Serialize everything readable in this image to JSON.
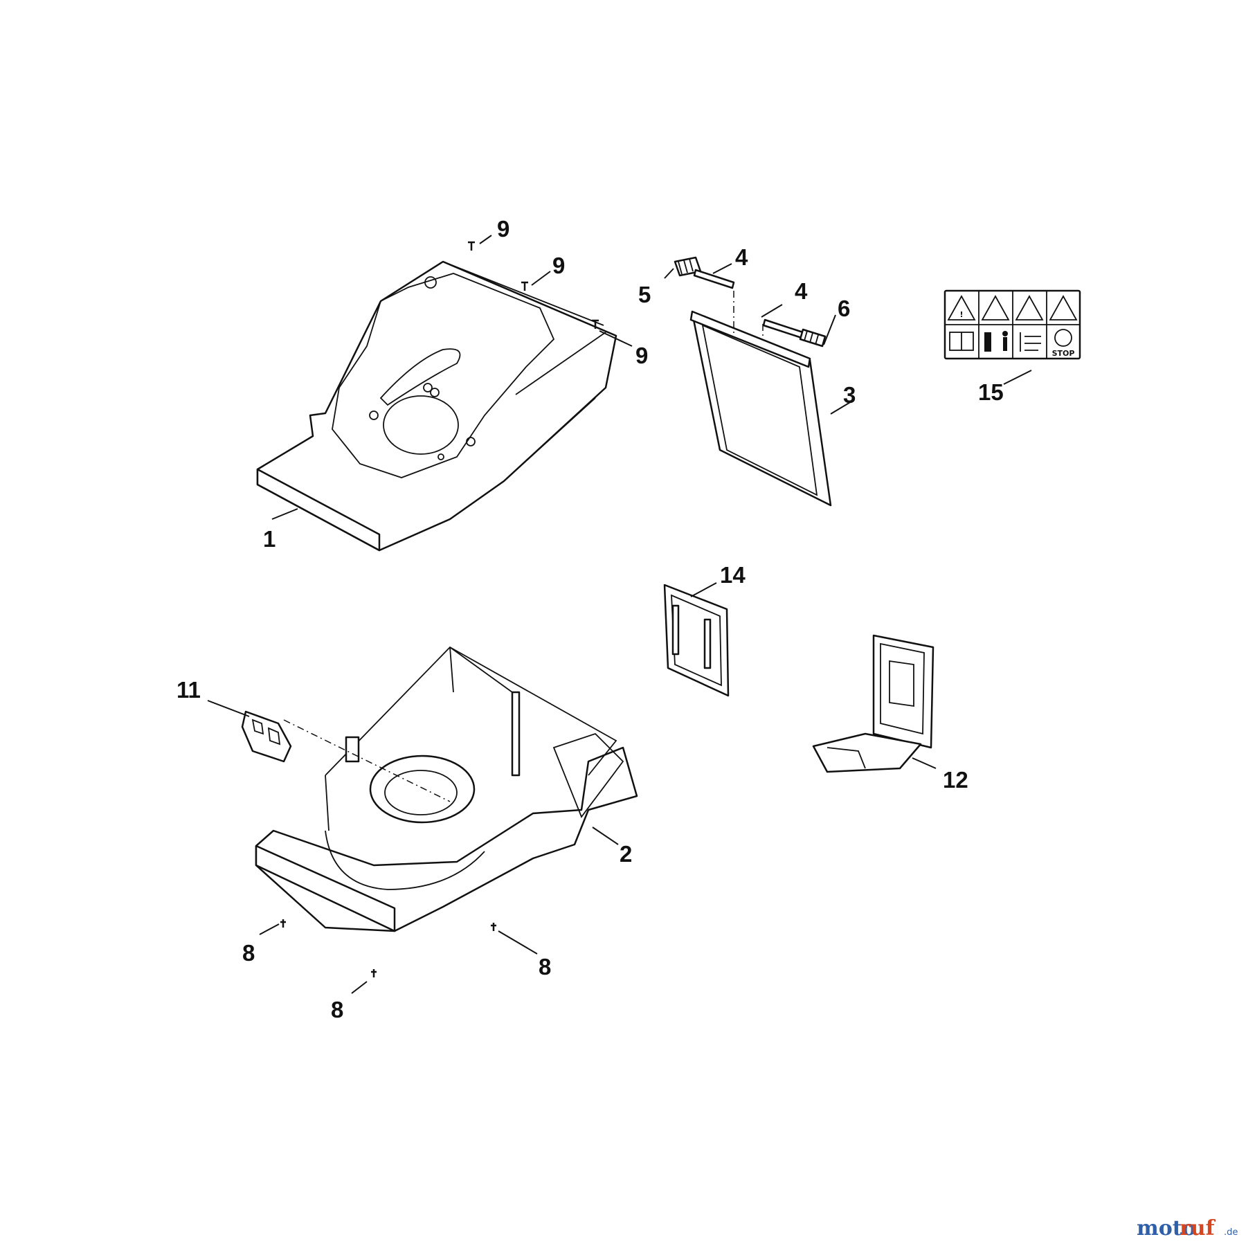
{
  "callouts": {
    "c1": "1",
    "c2": "2",
    "c3": "3",
    "c4a": "4",
    "c4b": "4",
    "c5": "5",
    "c6": "6",
    "c8a": "8",
    "c8b": "8",
    "c8c": "8",
    "c9a": "9",
    "c9b": "9",
    "c9c": "9",
    "c11": "11",
    "c12": "12",
    "c14": "14",
    "c15": "15"
  },
  "warning_label": {
    "stop_text": "STOP"
  },
  "watermark": {
    "part1": "moto",
    "part2": "ruf",
    "suffix": ".de"
  },
  "colors": {
    "line": "#111111",
    "watermark_blue": "#2f5fa8",
    "watermark_orange": "#d8451f"
  }
}
